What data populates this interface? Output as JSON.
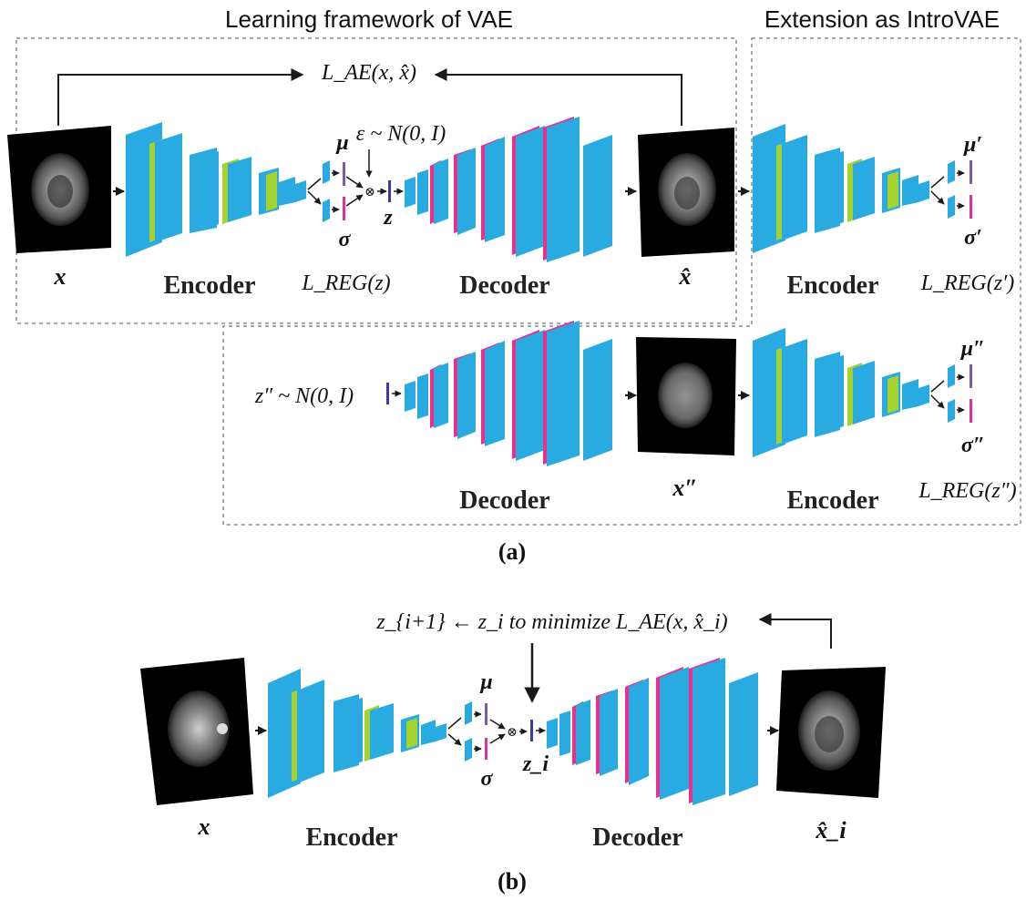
{
  "section_a": {
    "header_vae": "Learning framework of VAE",
    "header_intro": "Extension as IntroVAE",
    "loss_ae": "L_AE(x, x̂)",
    "noise_label": "ε ~ N(0, I)",
    "mu": "μ",
    "sigma": "σ",
    "z": "z",
    "mu_prime": "μ′",
    "sigma_prime": "σ′",
    "mu_dprime": "μ″",
    "sigma_dprime": "σ″",
    "x_label": "x",
    "xhat_label": "x̂",
    "xdp_label": "x″",
    "zdp_prior": "z″ ~ N(0, I)",
    "encoder_1": "Encoder",
    "decoder_1": "Decoder",
    "encoder_2": "Encoder",
    "decoder_2": "Decoder",
    "encoder_3": "Encoder",
    "lreg_z": "L_REG(z)",
    "lreg_zp": "L_REG(z′)",
    "lreg_zdp": "L_REG(z″)",
    "caption": "(a)"
  },
  "section_b": {
    "update_rule": "z_{i+1} ← z_i  to minimize L_AE(x, x̂_i)",
    "mu": "μ",
    "sigma": "σ",
    "zi": "z_i",
    "x_label": "x",
    "xhat_label": "x̂_i",
    "encoder": "Encoder",
    "decoder": "Decoder",
    "caption": "(b)"
  },
  "colors": {
    "conv_block": "#29abe2",
    "norm_block": "#a5d22f",
    "upsample_block": "#ec2f8d",
    "latent_mu": "#7b5aa8",
    "latent_sigma": "#e0309a",
    "z_bar": "#3b3b9c",
    "frame": "#8c8c8c",
    "arrow": "#1a1a1a"
  },
  "icons": [
    "mri-slice-image",
    "encoder-stack",
    "decoder-stack",
    "reparameterization-multiply"
  ]
}
